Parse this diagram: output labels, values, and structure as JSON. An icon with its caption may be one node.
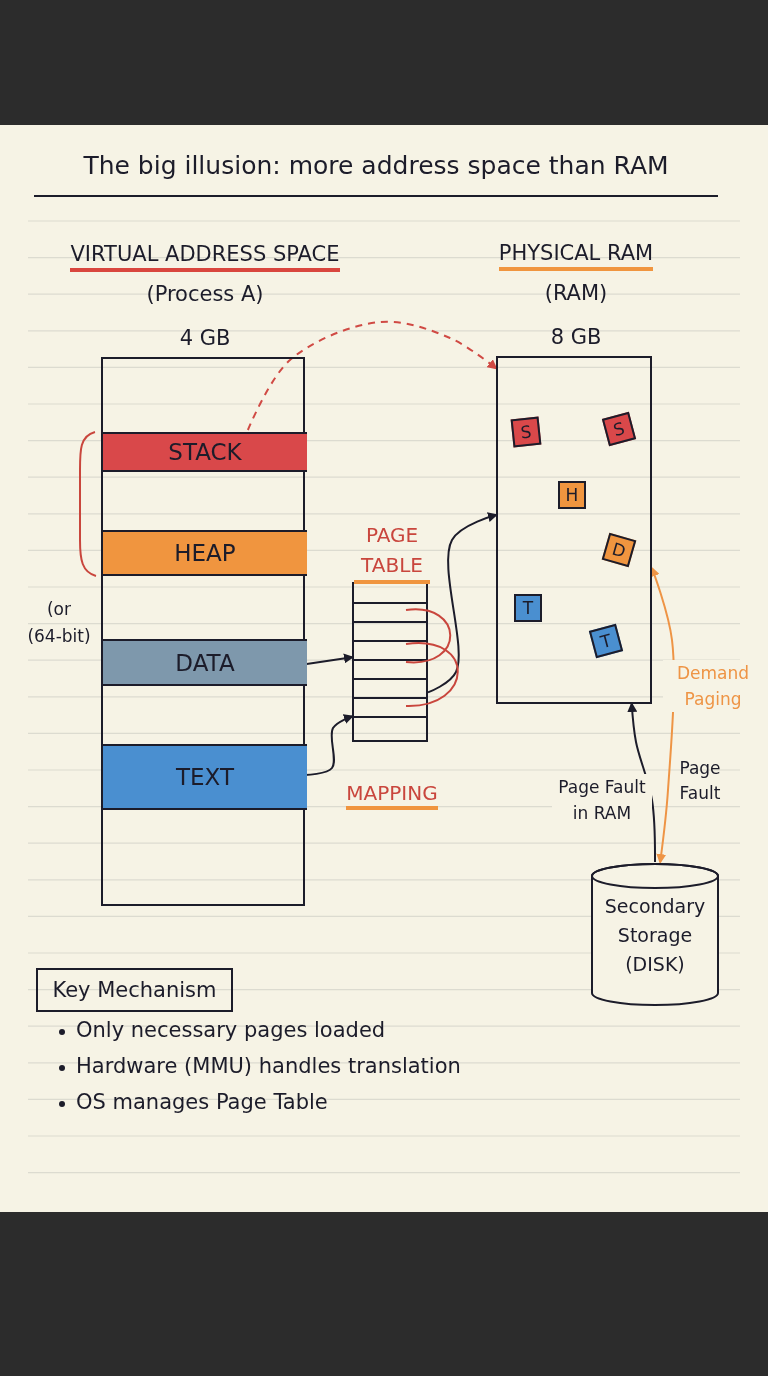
{
  "diagram": {
    "title": "The big illusion: more address space than RAM",
    "nodes": [
      {
        "text": [
          "VIRTUAL ADDRESS SPACE",
          "(Process A)",
          "4 GB"
        ]
      },
      {
        "text": [
          "STACK"
        ],
        "in": 0
      },
      {
        "text": [
          "HEAP"
        ],
        "in": 0
      },
      {
        "text": [
          "DATA"
        ],
        "in": 0
      },
      {
        "text": [
          "TEXT"
        ],
        "in": 0
      },
      {
        "text": [
          "PAGE TABLE"
        ],
        "beside": [
          "MAPPING"
        ]
      },
      {
        "text": [
          "PHYSICAL RAM",
          "(RAM)",
          "8 GB"
        ]
      },
      {
        "text": [
          "S"
        ],
        "in": 6
      },
      {
        "text": [
          "S"
        ],
        "in": 6
      },
      {
        "text": [
          "H"
        ],
        "in": 6
      },
      {
        "text": [
          "D"
        ],
        "in": 6
      },
      {
        "text": [
          "T"
        ],
        "in": 6
      },
      {
        "text": [
          "T"
        ],
        "in": 6
      },
      {
        "text": [
          "Secondary Storage (DISK)"
        ]
      },
      {
        "text": [
          "Key Mechanism"
        ]
      }
    ],
    "edges": [
      {
        "from": 1,
        "to": 6,
        "arrow": "to",
        "style": "dashed",
        "color": "#d04a44"
      },
      {
        "from": 3,
        "to": 5,
        "arrow": "to"
      },
      {
        "from": 4,
        "to": 5,
        "arrow": "to"
      },
      {
        "from": 5,
        "to": 6,
        "arrow": "to"
      },
      {
        "from": 13,
        "to": 6,
        "arrow": "to",
        "label": "Page Fault in RAM"
      },
      {
        "from": 13,
        "to": 6,
        "arrow": "both",
        "color": "#ee9445",
        "label": "Demand Paging"
      }
    ],
    "labels": [
      "(or",
      "(64-bit)",
      "Only necessary pages loaded",
      "Hardware (MMU) handles translation",
      "OS manages Page Table",
      "Page Fault"
    ]
  }
}
